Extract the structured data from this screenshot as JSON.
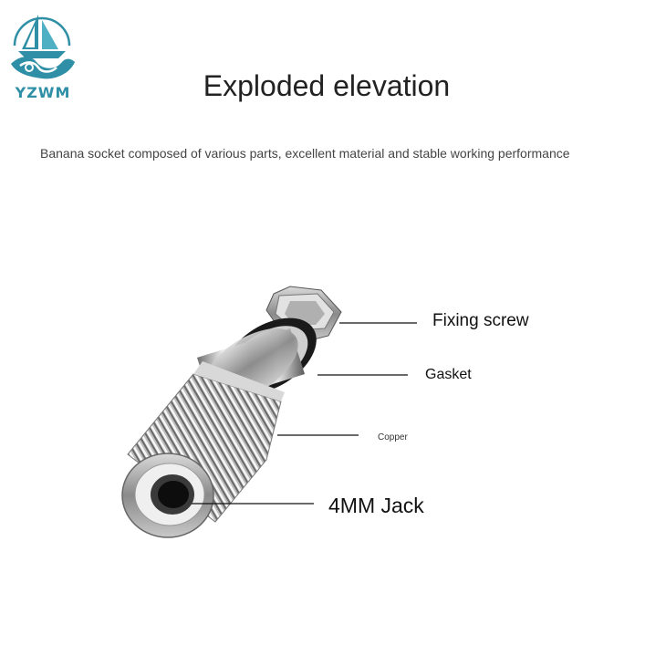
{
  "logo": {
    "text": "YZWM",
    "brand_color": "#2f8fa6"
  },
  "header": {
    "title": "Exploded elevation",
    "subtitle": "Banana socket composed of various parts, excellent material and stable working performance"
  },
  "labels": {
    "fixing_screw": "Fixing screw",
    "gasket": "Gasket",
    "copper": "Copper",
    "jack": "4MM Jack"
  }
}
